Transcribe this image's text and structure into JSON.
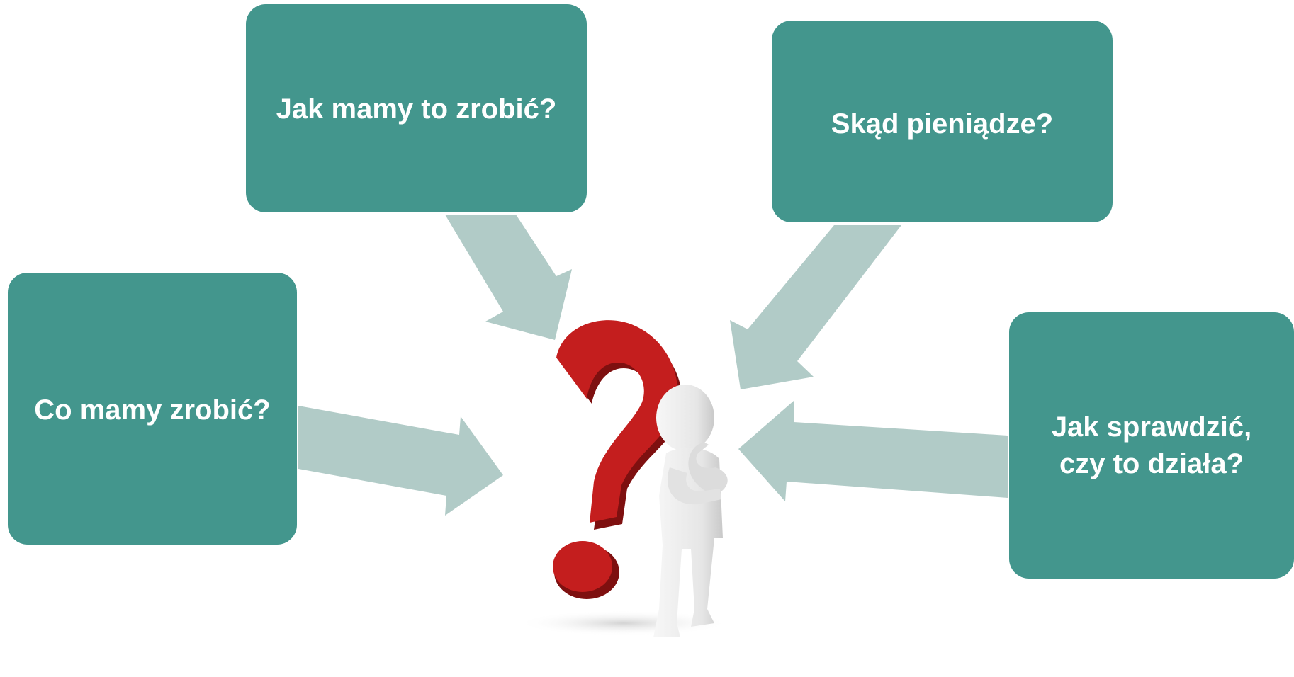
{
  "colors": {
    "box": "#43968D",
    "arrow": "#B1CBC7",
    "question_mark": "#C41E1E",
    "question_mark_shadow": "#7E1010",
    "figure": "#EDEDED"
  },
  "boxes": {
    "how": "Jak mamy to zrobić?",
    "money": "Skąd pieniądze?",
    "what": "Co mamy zrobić?",
    "check": "Jak sprawdzić,\nczy to działa?"
  },
  "icons": {
    "center_image": "thinking-figure-with-question-mark-icon"
  }
}
